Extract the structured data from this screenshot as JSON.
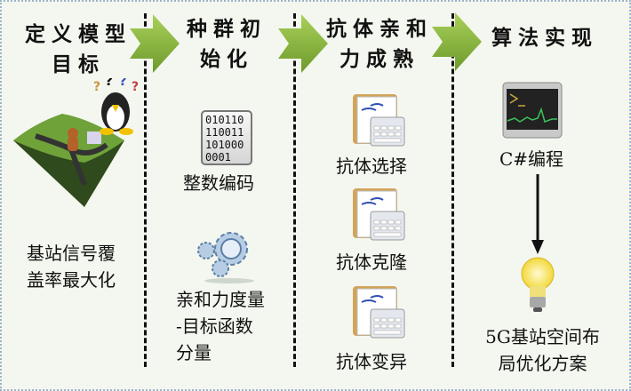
{
  "colors": {
    "background": "#f4f7ef",
    "arrow": "#8cbf3f",
    "border": "#9bb3cc"
  },
  "stages": [
    {
      "title_lines": [
        "定义模型",
        "目标"
      ],
      "title": "定义模型目标",
      "items": [
        {
          "label_lines": [
            "基站信号覆",
            "盖率最大化"
          ],
          "icon": "terrain-penguin-icon"
        }
      ]
    },
    {
      "title_lines": [
        "种群初",
        "始化"
      ],
      "items": [
        {
          "label_lines": [
            "整数编码"
          ],
          "icon": "binary-file-icon",
          "binary": [
            "010110",
            "110011",
            "101000",
            "0001"
          ]
        },
        {
          "label_lines": [
            "亲和力度量",
            "-目标函数",
            "分量"
          ],
          "icon": "gears-icon"
        }
      ]
    },
    {
      "title_lines": [
        "抗体亲和",
        "力成熟"
      ],
      "items": [
        {
          "label_lines": [
            "抗体选择"
          ],
          "icon": "spreadsheet-icon"
        },
        {
          "label_lines": [
            "抗体克隆"
          ],
          "icon": "spreadsheet-icon"
        },
        {
          "label_lines": [
            "抗体变异"
          ],
          "icon": "spreadsheet-icon"
        }
      ]
    },
    {
      "title_lines": [
        "算法实现"
      ],
      "items": [
        {
          "label_lines": [
            "C#编程"
          ],
          "icon": "terminal-icon"
        },
        {
          "label_lines": [
            "5G基站空间布",
            "局优化方案"
          ],
          "icon": "lightbulb-icon"
        }
      ]
    }
  ]
}
